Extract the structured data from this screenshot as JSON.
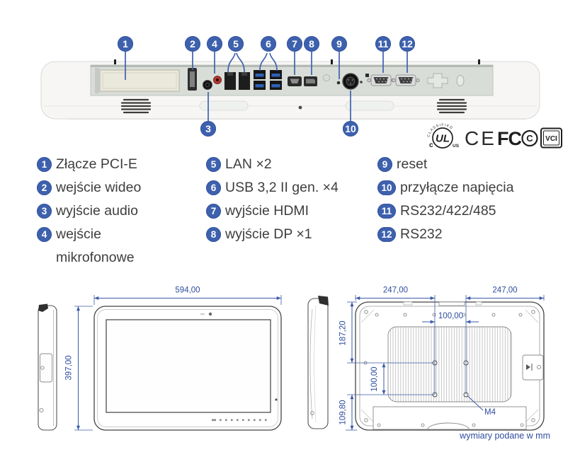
{
  "title": "Panel PC rear I/O and dimension drawing",
  "colors": {
    "callout_blue": "#3e61ae",
    "dimension_blue": "#2e4da0",
    "drawing_line_blue": "#3a5aa9",
    "usb_port_blue": "#2f62b5",
    "legend_text": "#3e3e3e"
  },
  "callouts": [
    {
      "num": "1",
      "label": "Złącze PCI-E"
    },
    {
      "num": "2",
      "label": "wejście wideo"
    },
    {
      "num": "3",
      "label": "wyjście audio"
    },
    {
      "num": "4",
      "label": "wejście mikrofonowe"
    },
    {
      "num": "5",
      "label": "LAN ×2"
    },
    {
      "num": "6",
      "label": "USB 3,2 II gen. ×4"
    },
    {
      "num": "7",
      "label": "wyjście HDMI"
    },
    {
      "num": "8",
      "label": "wyjście DP ×1"
    },
    {
      "num": "9",
      "label": "reset"
    },
    {
      "num": "10",
      "label": "przyłącze napięcia"
    },
    {
      "num": "11",
      "label": "RS232/422/485"
    },
    {
      "num": "12",
      "label": "RS232"
    }
  ],
  "certifications": {
    "ul_arc": "CLASSIFIED",
    "ul": "UL",
    "ul_c": "c",
    "ul_us": "US",
    "ce": "CE",
    "fcc": "FC",
    "fcc_c": "C",
    "vcci": "VCI"
  },
  "drawings": {
    "front_width": "594,00",
    "front_height": "397,00",
    "rear_left_span": "247,00",
    "rear_right_span": "247,00",
    "vesa_horizontal": "100,00",
    "rear_top_offset": "187,20",
    "vesa_vertical": "100,00",
    "rear_bottom_offset": "109,80",
    "screw_label": "M4",
    "units_note": "wymiary podane w mm"
  }
}
